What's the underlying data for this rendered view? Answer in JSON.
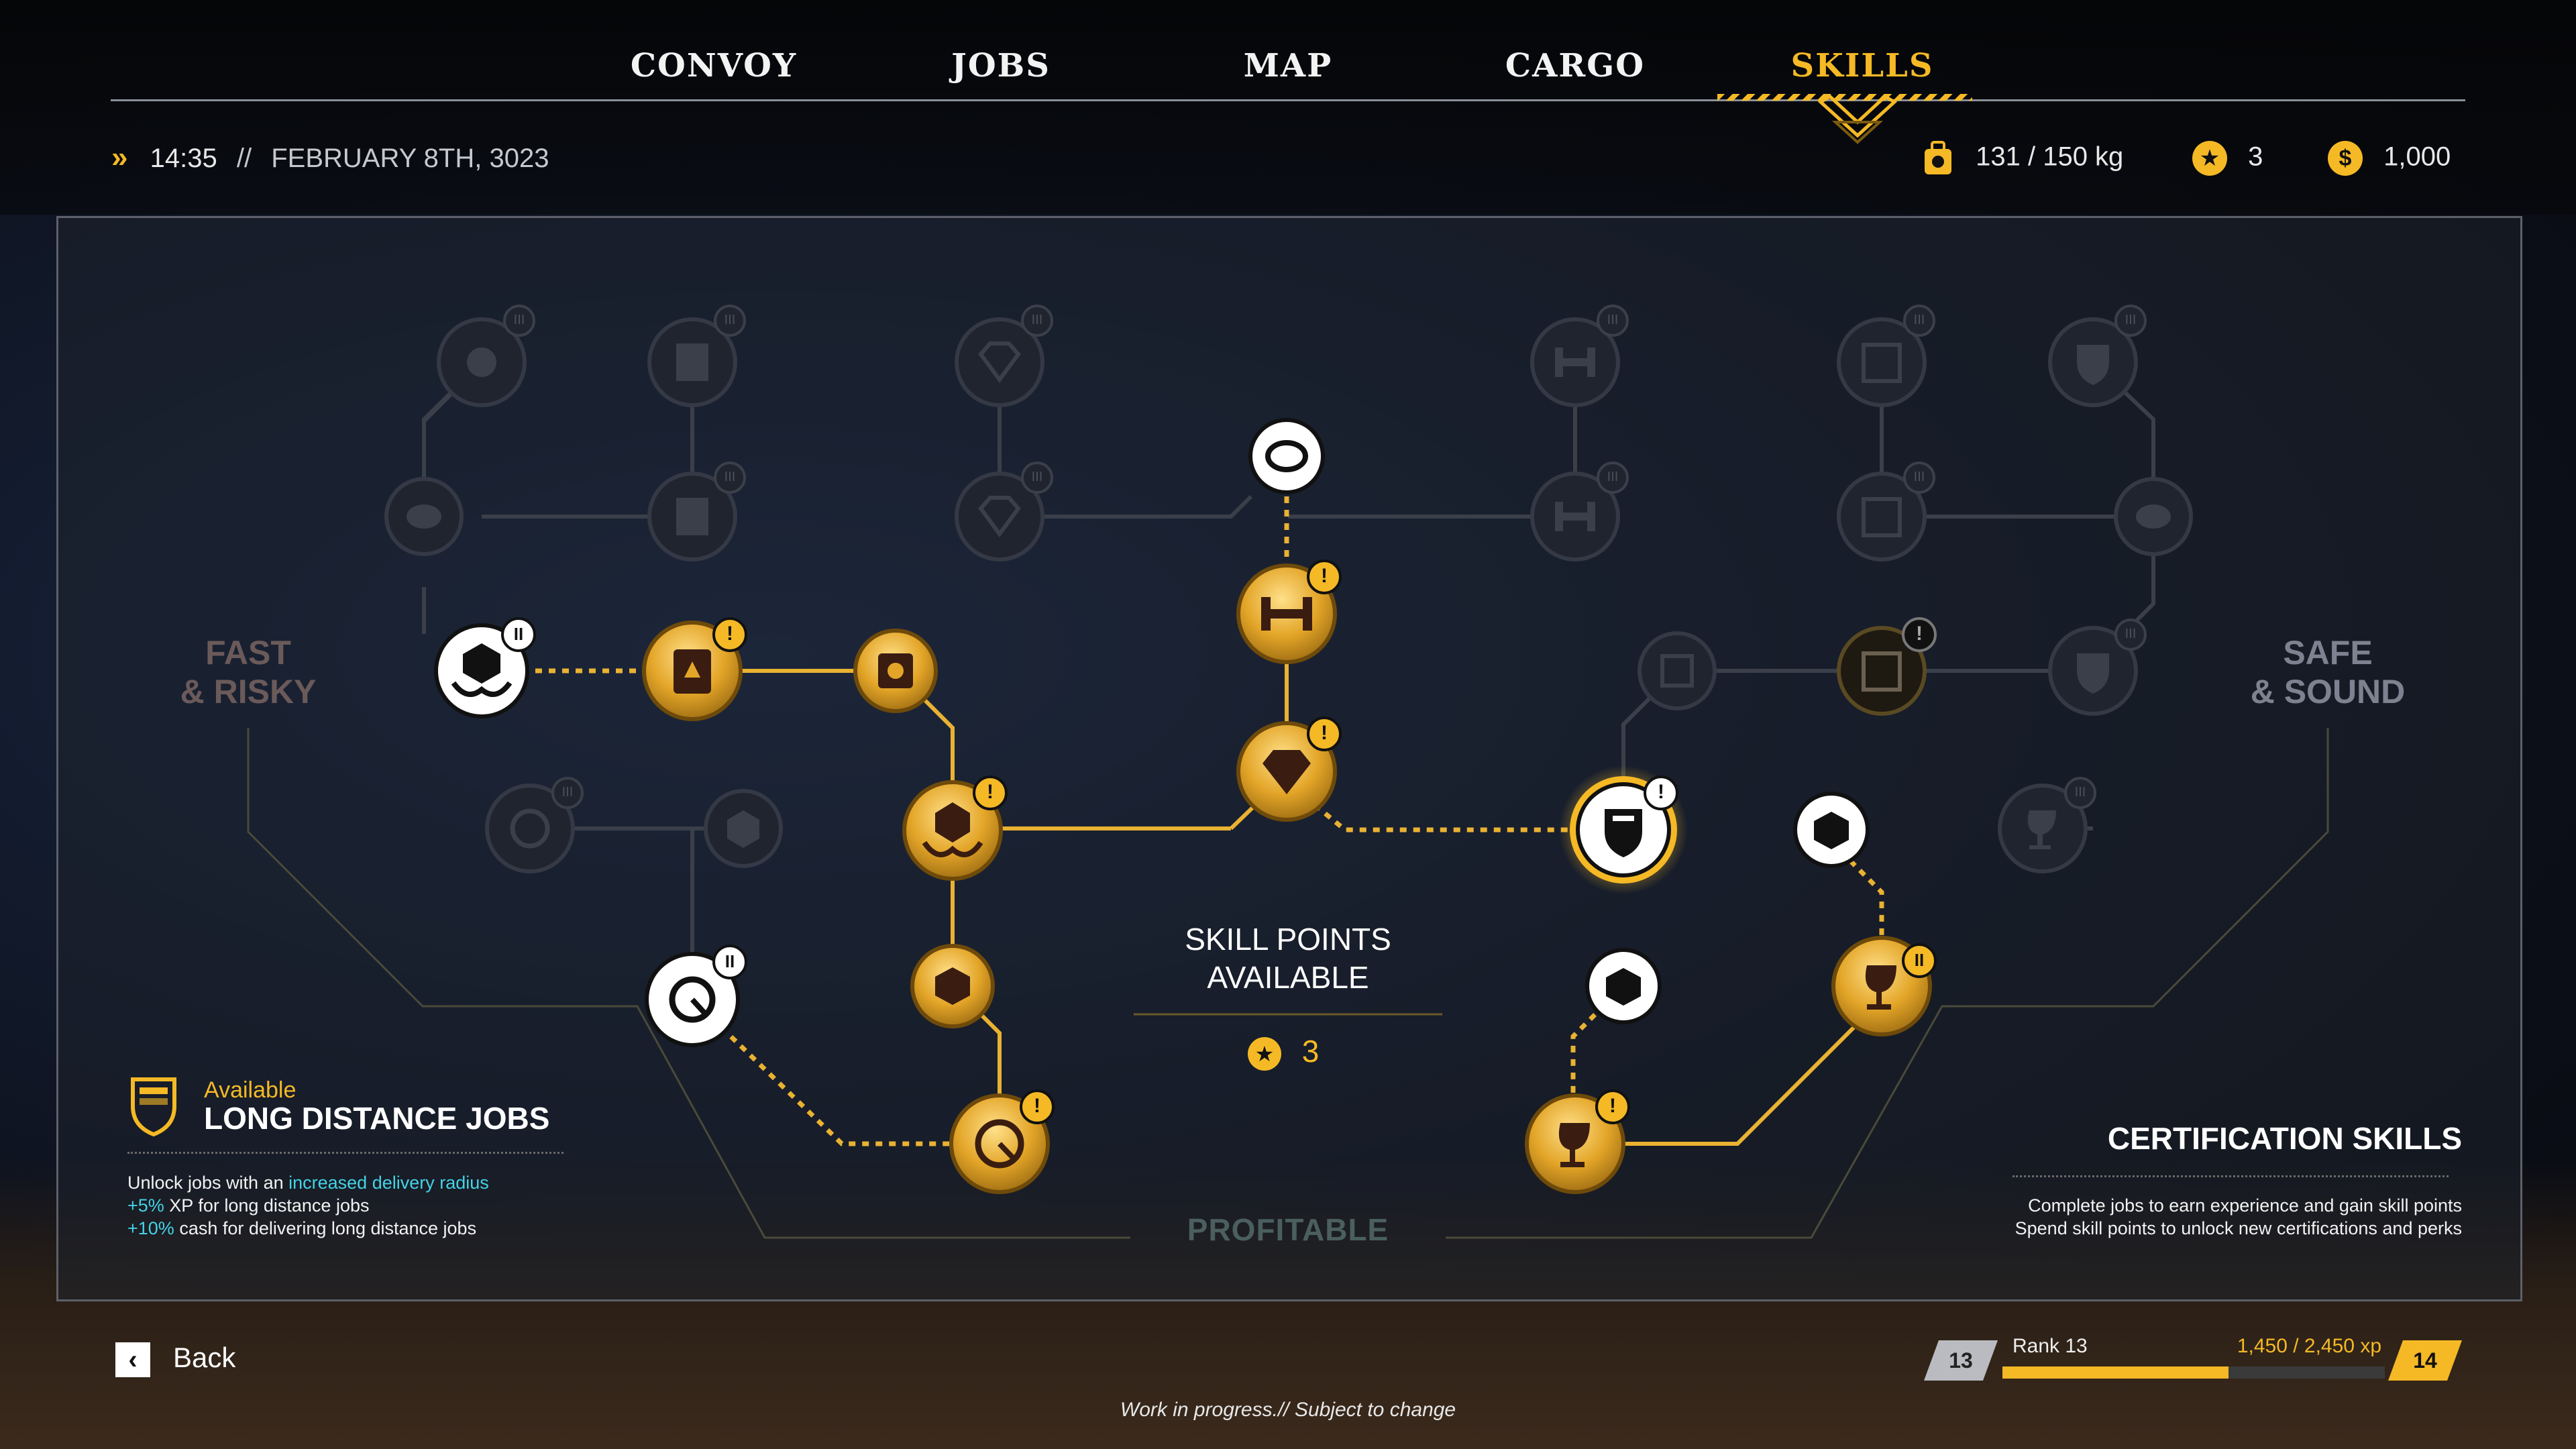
{
  "nav": {
    "tabs": [
      {
        "label": "CONVOY"
      },
      {
        "label": "JOBS"
      },
      {
        "label": "MAP"
      },
      {
        "label": "CARGO"
      },
      {
        "label": "SKILLS",
        "active": true
      }
    ]
  },
  "status": {
    "time": "14:35",
    "separator": "//",
    "date": "FEBRUARY 8TH, 3023",
    "weight": "131 / 150 kg",
    "stars": "3",
    "cash": "1,000",
    "cash_symbol": "$",
    "star_symbol": "★"
  },
  "tree": {
    "left_label_line1": "FAST",
    "left_label_line2": "& RISKY",
    "right_label_line1": "SAFE",
    "right_label_line2": "& SOUND",
    "bottom_label": "PROFITABLE",
    "center_title_line1": "SKILL POINTS",
    "center_title_line2": "AVAILABLE",
    "center_points": "3",
    "tier_badge": "III",
    "badge_available": "!",
    "badge_unlocked": "II"
  },
  "info": {
    "status": "Available",
    "title": "LONG DISTANCE JOBS",
    "line1_prefix": "Unlock jobs with an ",
    "line1_highlight": "increased delivery radius",
    "line2_highlight": "+5%",
    "line2_rest": " XP for long distance jobs",
    "line3_highlight": "+10%",
    "line3_rest": " cash for delivering long distance jobs"
  },
  "certification": {
    "title": "CERTIFICATION SKILLS",
    "line1": "Complete jobs to earn experience and gain skill points",
    "line2": "Spend skill points to unlock new certifications and perks"
  },
  "footer": {
    "back_label": "Back",
    "back_icon": "‹",
    "wip": "Work in progress.// Subject to change",
    "rank_current": "13",
    "rank_label": "Rank 13",
    "xp": "1,450 / 2,450 xp",
    "rank_next": "14",
    "xp_progress": 0.592
  },
  "colors": {
    "accent": "#f5b925",
    "highlight": "#43d3e6",
    "locked": "#3a3f4a"
  }
}
